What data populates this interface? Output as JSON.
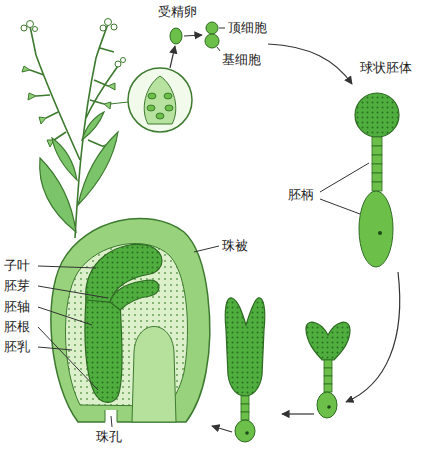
{
  "diagram": {
    "labels": [
      "受精卵",
      "顶细胞",
      "基细胞",
      "球状胚体",
      "胚柄",
      "珠被",
      "子叶",
      "胚芽",
      "胚轴",
      "胚根",
      "胚乳",
      "珠孔"
    ]
  }
}
